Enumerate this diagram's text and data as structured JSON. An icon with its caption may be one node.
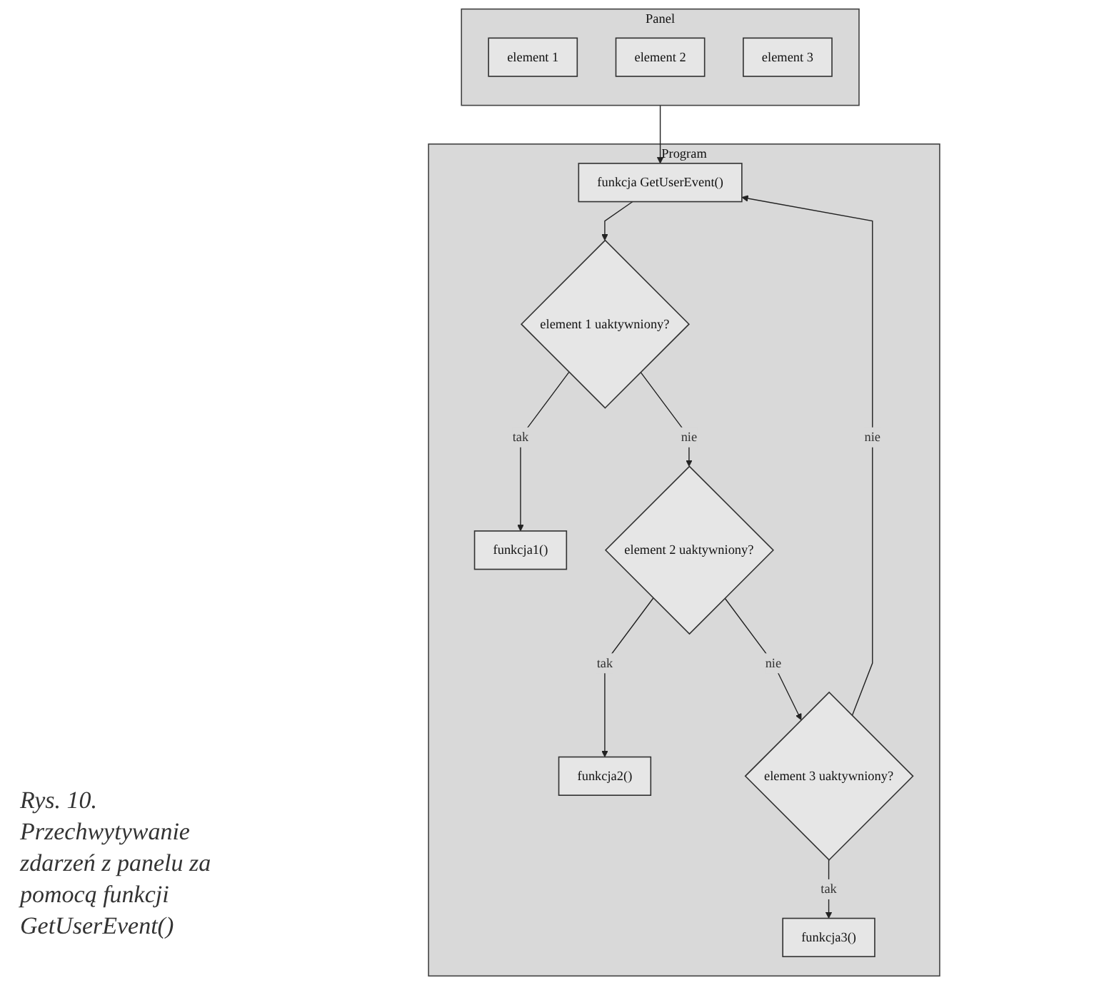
{
  "diagram": {
    "caption": "Rys. 10. Przechwytywanie zdarzeń z panelu za pomocą funkcji GetUserEvent()",
    "nodes": [
      {
        "text": [
          "Panel"
        ]
      },
      {
        "text": [
          "element 1"
        ],
        "in": 0
      },
      {
        "text": [
          "element 2"
        ],
        "in": 0
      },
      {
        "text": [
          "element 3"
        ],
        "in": 0
      },
      {
        "text": [
          "Program"
        ]
      },
      {
        "text": [
          "funkcja GetUserEvent()"
        ],
        "in": 4
      },
      {
        "text": [
          "element 1 uaktywniony?"
        ],
        "in": 4
      },
      {
        "text": [
          "funkcja1()"
        ],
        "in": 4
      },
      {
        "text": [
          "element 2 uaktywniony?"
        ],
        "in": 4
      },
      {
        "text": [
          "funkcja2()"
        ],
        "in": 4
      },
      {
        "text": [
          "element 3 uaktywniony?"
        ],
        "in": 4
      },
      {
        "text": [
          "funkcja3()"
        ],
        "in": 4
      }
    ],
    "edges": [
      {
        "from": 0,
        "to": 5,
        "arrow": "to"
      },
      {
        "from": 5,
        "to": 6,
        "arrow": "to"
      },
      {
        "from": 6,
        "to": 7,
        "arrow": "to",
        "label": "tak"
      },
      {
        "from": 6,
        "to": 8,
        "arrow": "to",
        "label": "nie"
      },
      {
        "from": 8,
        "to": 9,
        "arrow": "to",
        "label": "tak"
      },
      {
        "from": 8,
        "to": 10,
        "arrow": "to",
        "label": "nie"
      },
      {
        "from": 10,
        "to": 11,
        "arrow": "to",
        "label": "tak"
      },
      {
        "from": 10,
        "to": 5,
        "arrow": "to",
        "label": "nie"
      }
    ]
  }
}
